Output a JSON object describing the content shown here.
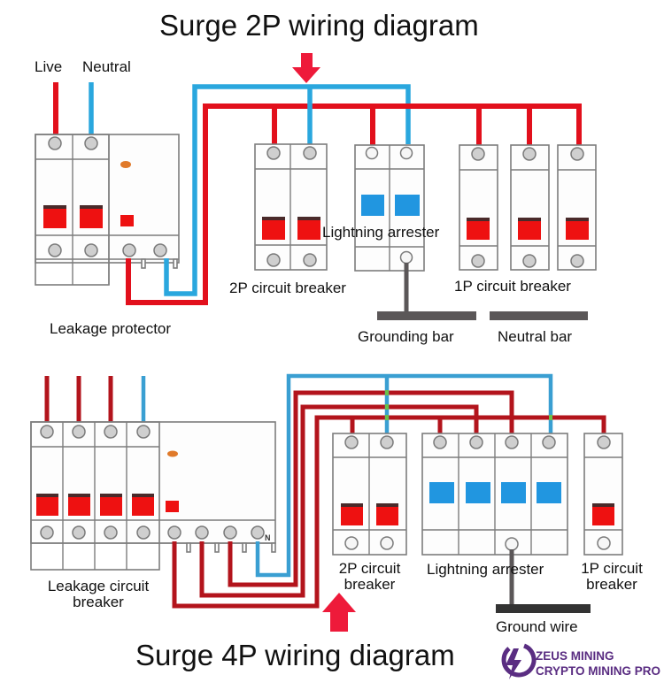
{
  "colors": {
    "live_wire": "#e2101c",
    "live_wire_dark": "#b3141c",
    "neutral_wire": "#2aa7de",
    "breaker_handle": "#ee1111",
    "arrester_window": "#2196e0",
    "ground_bar": "#5b5758",
    "arrow": "#ee1a3a",
    "indicator": "#e07a2a",
    "logo": "#5a2d82"
  },
  "top_diagram": {
    "title": "Surge 2P wiring diagram",
    "labels": {
      "live": "Live",
      "neutral": "Neutral",
      "leakage_protector": "Leakage protector",
      "breaker_2p": "2P circuit breaker",
      "lightning_arrester": "Lightning arrester",
      "breaker_1p": "1P circuit breaker",
      "grounding_bar": "Grounding bar",
      "neutral_bar": "Neutral bar"
    },
    "components": [
      {
        "name": "Leakage protector",
        "poles": 2
      },
      {
        "name": "2P circuit breaker",
        "poles": 2
      },
      {
        "name": "Lightning arrester",
        "poles": 2
      },
      {
        "name": "1P circuit breaker",
        "poles": 1,
        "count": 3
      }
    ]
  },
  "bottom_diagram": {
    "title": "Surge 4P wiring diagram",
    "labels": {
      "leakage_circuit_breaker_line1": "Leakage circuit",
      "leakage_circuit_breaker_line2": "breaker",
      "breaker_2p_line1": "2P circuit",
      "breaker_2p_line2": "breaker",
      "lightning_arrester": "Lightning arrester",
      "breaker_1p_line1": "1P circuit",
      "breaker_1p_line2": "breaker",
      "ground_wire": "Ground wire",
      "neutral_terminal": "N"
    },
    "components": [
      {
        "name": "Leakage circuit breaker",
        "poles": 4
      },
      {
        "name": "2P circuit breaker",
        "poles": 2
      },
      {
        "name": "Lightning arrester",
        "poles": 4
      },
      {
        "name": "1P circuit breaker",
        "poles": 1,
        "count": 1
      }
    ]
  },
  "logo": {
    "icon": "lightning-bolt-icon",
    "line1": "ZEUS MINING",
    "line2": "CRYPTO MINING PRO"
  }
}
